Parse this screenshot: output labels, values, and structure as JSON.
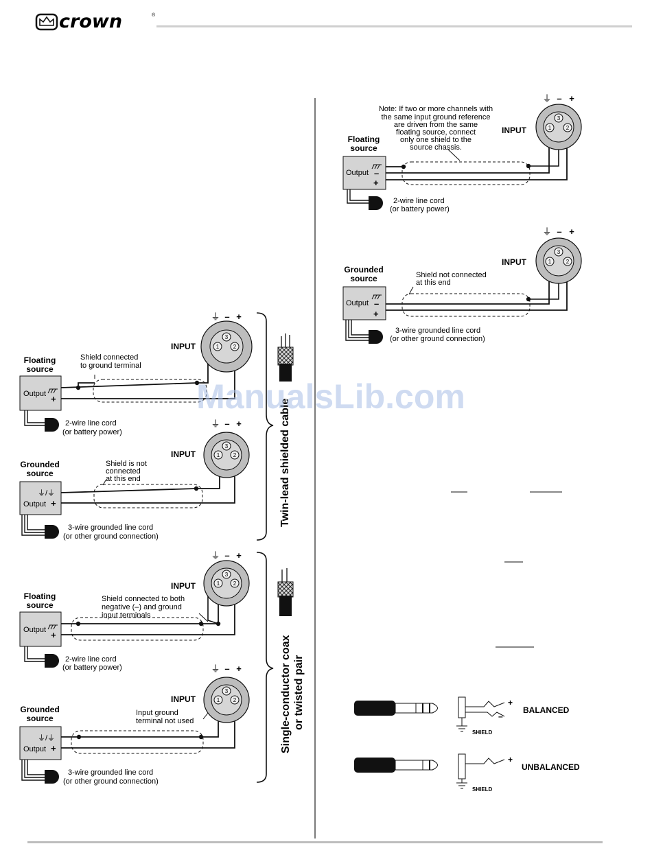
{
  "header": {
    "brand": "crown",
    "registered_mark": "®"
  },
  "watermark": {
    "text": "ManualsLib.com"
  },
  "left": {
    "twinlead": {
      "label": "Twin-lead shielded cable",
      "floating": {
        "source_line1": "Floating",
        "source_line2": "source",
        "output": "Output",
        "plus": "+",
        "note_line1": "Shield connected",
        "note_line2": "to ground terminal",
        "cord_line1": "2-wire line cord",
        "cord_line2": "(or battery power)",
        "input": "INPUT",
        "pins": [
          "⏚",
          "–",
          "+"
        ],
        "pin_numbers": [
          "1",
          "3",
          "2"
        ]
      },
      "grounded": {
        "source_line1": "Grounded",
        "source_line2": "source",
        "output": "Output",
        "plus": "+",
        "ground_symbol": "⏚/⏚",
        "note_line1": "Shield is not",
        "note_line2": "connected",
        "note_line3": "at this end",
        "cord_line1": "3-wire grounded line cord",
        "cord_line2": "(or other ground connection)",
        "input": "INPUT",
        "pins": [
          "⏚",
          "–",
          "+"
        ],
        "pin_numbers": [
          "1",
          "3",
          "2"
        ]
      }
    },
    "coax": {
      "label_line1": "Single-conductor coax",
      "label_line2": "or twisted pair",
      "floating": {
        "source_line1": "Floating",
        "source_line2": "source",
        "output": "Output",
        "plus": "+",
        "note_line1": "Shield connected to both",
        "note_line2": "negative (–) and ground",
        "note_line3": "input terminals",
        "cord_line1": "2-wire line cord",
        "cord_line2": "(or battery power)",
        "input": "INPUT",
        "pins": [
          "⏚",
          "–",
          "+"
        ],
        "pin_numbers": [
          "1",
          "3",
          "2"
        ]
      },
      "grounded": {
        "source_line1": "Grounded",
        "source_line2": "source",
        "output": "Output",
        "plus": "+",
        "ground_symbol": "⏚/⏚",
        "note_line1": "Input ground",
        "note_line2": "terminal not used",
        "cord_line1": "3-wire grounded line cord",
        "cord_line2": "(or other ground connection)",
        "input": "INPUT",
        "pins": [
          "⏚",
          "–",
          "+"
        ],
        "pin_numbers": [
          "1",
          "3",
          "2"
        ]
      }
    }
  },
  "right": {
    "floating": {
      "source_line1": "Floating",
      "source_line2": "source",
      "output": "Output",
      "minus": "–",
      "plus": "+",
      "note_lines": [
        "Note: If two or more channels with",
        "the same input ground reference",
        "are driven from the same",
        "floating source, connect",
        "only one shield to the",
        "source chassis."
      ],
      "cord_line1": "2-wire line cord",
      "cord_line2": "(or battery power)",
      "input": "INPUT",
      "pins": [
        "⏚",
        "–",
        "+"
      ],
      "pin_numbers": [
        "1",
        "3",
        "2"
      ]
    },
    "grounded": {
      "source_line1": "Grounded",
      "source_line2": "source",
      "output": "Output",
      "minus": "–",
      "plus": "+",
      "note_line1": "Shield not connected",
      "note_line2": "at this end",
      "cord_line1": "3-wire grounded line cord",
      "cord_line2": "(or other ground connection)",
      "input": "INPUT",
      "pins": [
        "⏚",
        "–",
        "+"
      ],
      "pin_numbers": [
        "1",
        "3",
        "2"
      ]
    },
    "jacks": {
      "balanced": {
        "label": "BALANCED",
        "shield": "SHIELD",
        "plus": "+",
        "minus": "–"
      },
      "unbalanced": {
        "label": "UNBALANCED",
        "shield": "SHIELD",
        "plus": "+"
      }
    }
  }
}
